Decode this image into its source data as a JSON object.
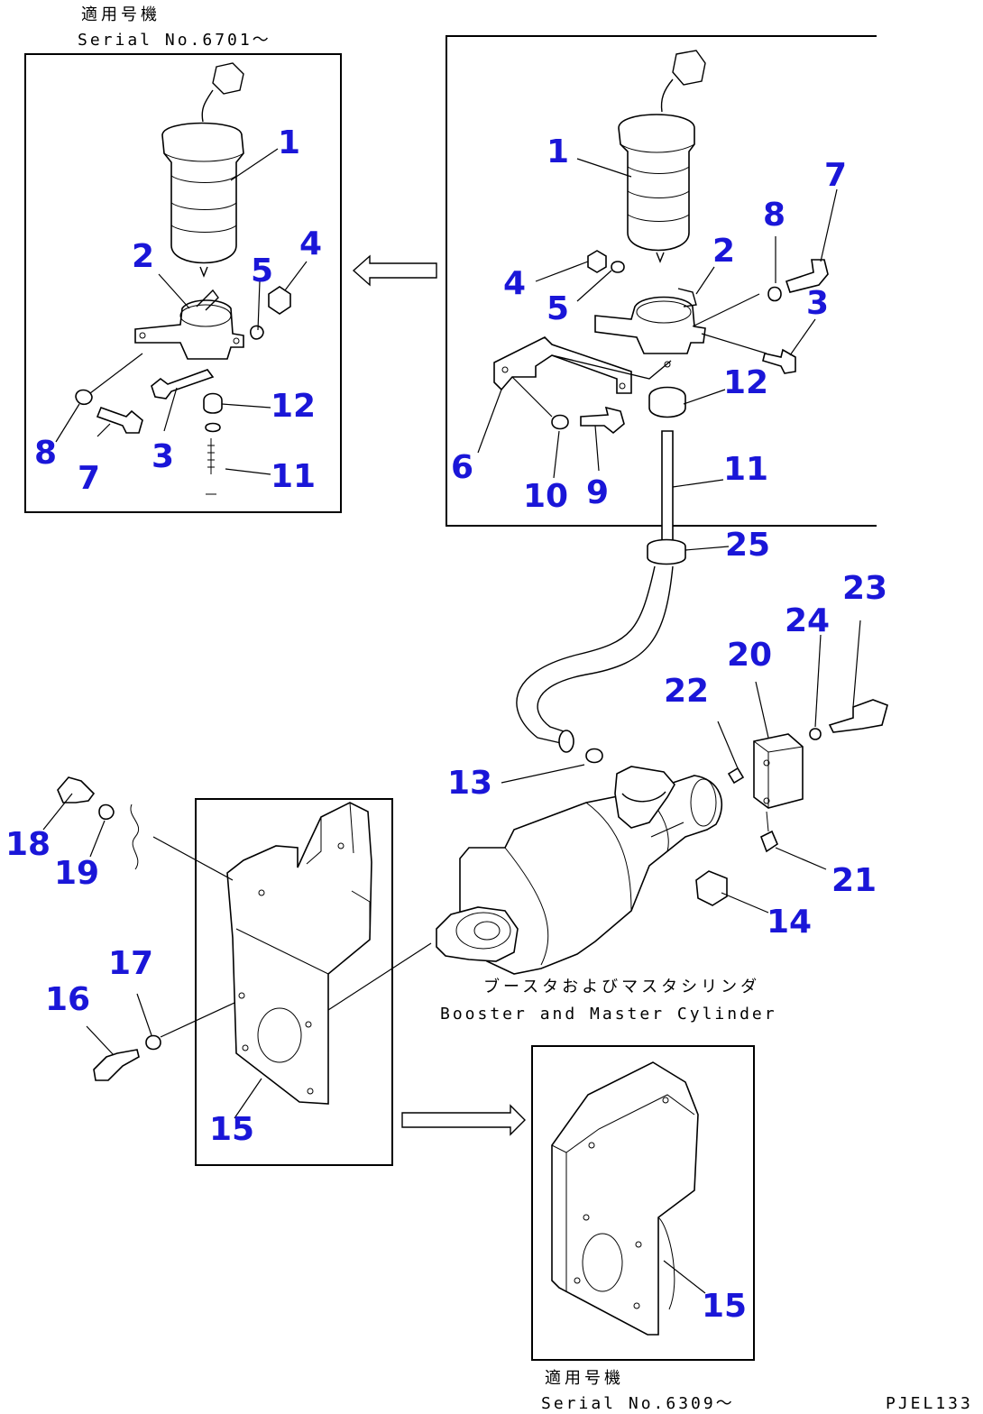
{
  "notes": {
    "top_left_jp": "適用号機",
    "top_left_serial": "Serial No.6701～",
    "bottom_right_jp": "適用号機",
    "bottom_right_serial": "Serial No.6309～",
    "booster_jp": "ブースタおよびマスタシリンダ",
    "booster_en": "Booster and Master Cylinder",
    "drawing_code": "PJEL133"
  },
  "callouts": {
    "left_inset": [
      "1",
      "2",
      "3",
      "4",
      "5",
      "7",
      "8",
      "11",
      "12"
    ],
    "right_inset": [
      "1",
      "2",
      "3",
      "4",
      "5",
      "6",
      "7",
      "8",
      "9",
      "10",
      "11",
      "12"
    ],
    "main": [
      "13",
      "14",
      "15",
      "16",
      "17",
      "18",
      "19",
      "20",
      "21",
      "22",
      "23",
      "24",
      "25"
    ],
    "lower_inset": [
      "15"
    ]
  },
  "colors": {
    "callout": "#1a16d8",
    "line": "#000000",
    "background": "#ffffff"
  }
}
